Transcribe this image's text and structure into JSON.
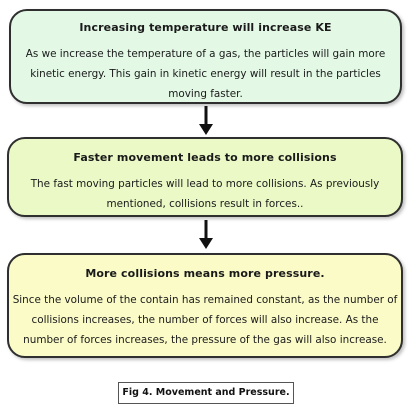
{
  "steps": [
    {
      "title": "Increasing temperature will increase KE",
      "body": "As we increase the temperature of a gas, the particles will gain more kinetic energy. This gain in kinetic energy will result in the particles moving faster."
    },
    {
      "title": "Faster movement leads to more collisions",
      "body": "The fast moving particles will lead to more collisions.  As previously mentioned, collisions result in forces.."
    },
    {
      "title": "More collisions means more pressure.",
      "body": "Since the volume of the contain has remained constant, as the number of collisions increases, the number of forces will also increase. As the number of forces increases, the pressure of the gas will also increase."
    }
  ],
  "caption": "Fig 4. Movement and Pressure.",
  "colors": {
    "step1_fill": "#e3f9e6",
    "step2_fill": "#eaf9c6",
    "step3_fill": "#fbfbc8",
    "border": "#2f2f2f",
    "arrow": "#111111"
  }
}
